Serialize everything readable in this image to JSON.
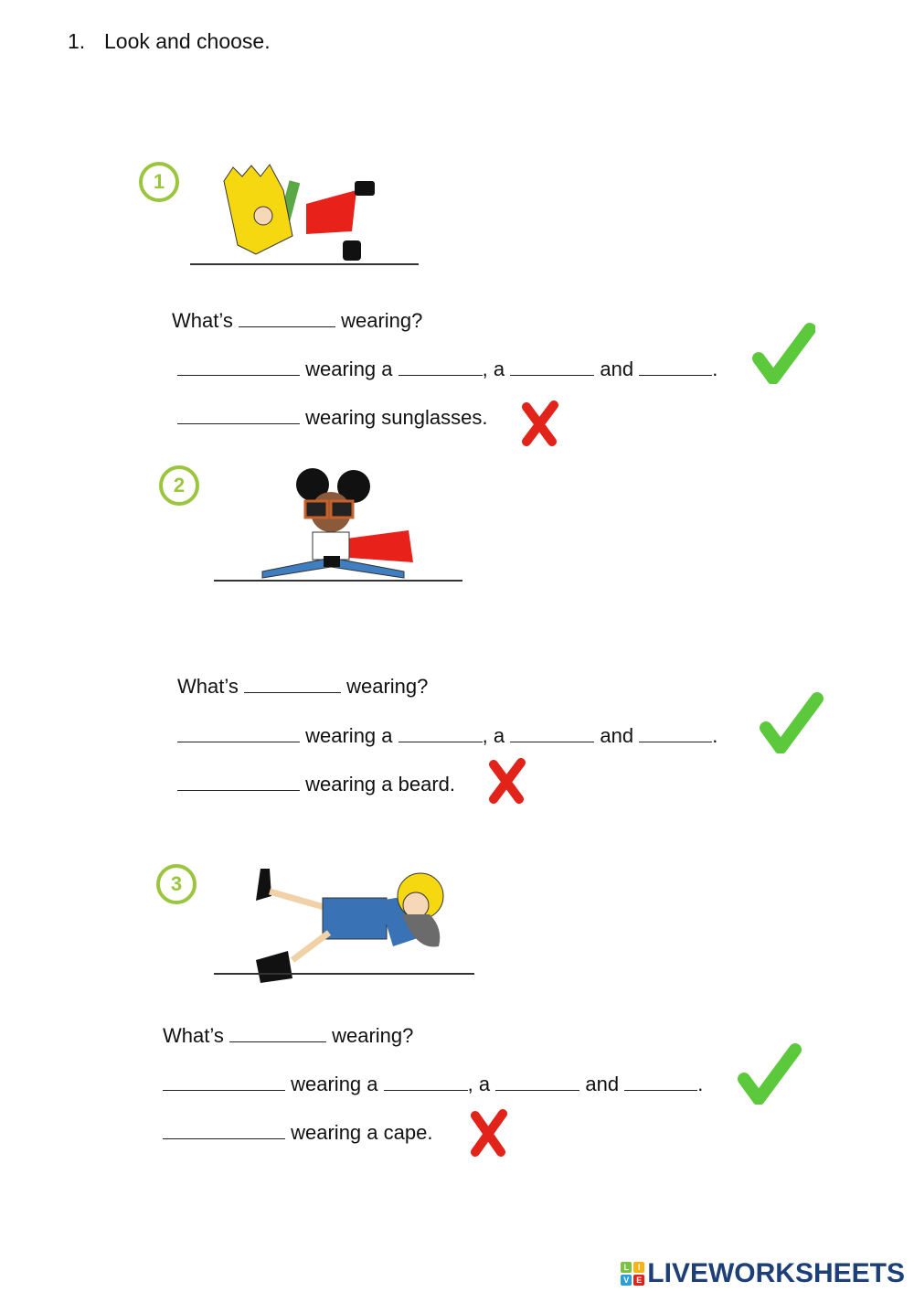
{
  "heading": {
    "number": "1.",
    "text": "Look and choose."
  },
  "exercises": [
    {
      "badge": "1",
      "question": {
        "prefix": "What’s",
        "suffix": "wearing?"
      },
      "positive": {
        "mid1": "wearing a",
        "comma": ", a",
        "and": "and",
        "end": "."
      },
      "negative": {
        "text": "wearing sunglasses."
      },
      "illustration": "girl-cartwheel-red-cape"
    },
    {
      "badge": "2",
      "question": {
        "prefix": "What’s",
        "suffix": "wearing?"
      },
      "positive": {
        "mid1": "wearing a",
        "comma": ", a",
        "and": "and",
        "end": "."
      },
      "negative": {
        "text": "wearing a beard."
      },
      "illustration": "girl-splits-sunglasses-cape"
    },
    {
      "badge": "3",
      "question": {
        "prefix": "What’s",
        "suffix": "wearing?"
      },
      "positive": {
        "mid1": "wearing a",
        "comma": ", a",
        "and": "and",
        "end": "."
      },
      "negative": {
        "text": "wearing a cape."
      },
      "illustration": "bearded-man-breakdance"
    }
  ],
  "marks": {
    "check_color": "#5cc93d",
    "cross_color": "#e2231a",
    "badge_color": "#9bc53d"
  },
  "footer": {
    "logo_text": "LIVEWORKSHEETS",
    "logo_blocks": [
      "L",
      "I",
      "V",
      "E"
    ]
  }
}
